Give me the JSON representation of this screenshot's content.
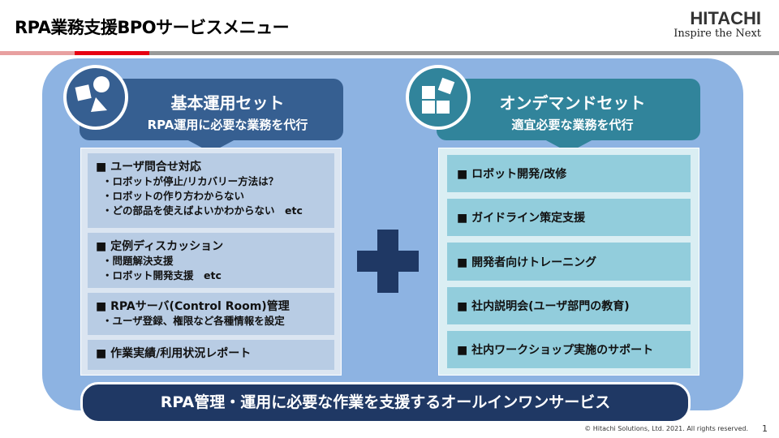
{
  "title": "RPA業務支援BPOサービスメニュー",
  "logo": {
    "brand": "HITACHI",
    "tagline": "Inspire the Next"
  },
  "basic": {
    "title": "基本運用セット",
    "subtitle": "RPA運用に必要な業務を代行",
    "items": [
      {
        "head": "■ ユーザ問合せ対応",
        "subs": [
          "・ロボットが停止/リカバリー方法は？",
          "・ロボットの作り方わからない",
          "・どの部品を使えばよいかわからない　etc"
        ]
      },
      {
        "head": "■ 定例ディスカッション",
        "subs": [
          "・問題解決支援",
          "・ロボット開発支援　etc"
        ]
      },
      {
        "head": "■ RPAサーバ(Control Room)管理",
        "subs": [
          "・ユーザ登録、権限など各種情報を設定"
        ]
      },
      {
        "head": "■ 作業実績/利用状況レポート",
        "subs": []
      }
    ]
  },
  "ondemand": {
    "title": "オンデマンドセット",
    "subtitle": "適宜必要な業務を代行",
    "items": [
      "■ ロボット開発/改修",
      "■ ガイドライン策定支援",
      "■ 開発者向けトレーニング",
      "■ 社内説明会(ユーザ部門の教育)",
      "■ 社内ワークショップ実施のサポート"
    ]
  },
  "banner": "RPA管理・運用に必要な作業を支援するオールインワンサービス",
  "footer": "© Hitachi Solutions, Ltd. 2021. All rights reserved.",
  "page_number": "1",
  "colors": {
    "basic": "#365f91",
    "ondemand": "#31849b",
    "panel": "#8db3e2",
    "banner": "#1f3864"
  }
}
